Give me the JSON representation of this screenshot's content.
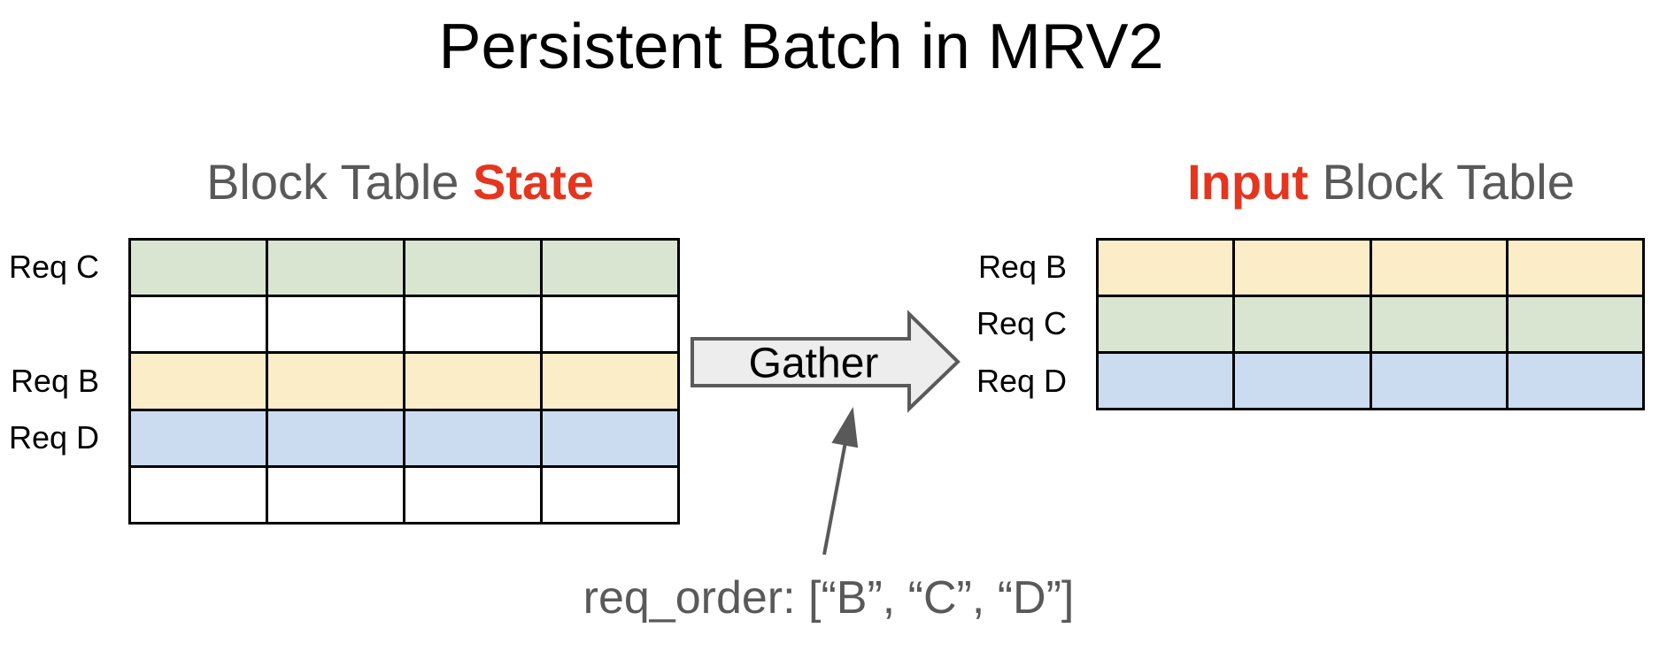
{
  "title": "Persistent Batch in MRV2",
  "left_table": {
    "heading": {
      "prefix": "Block Table ",
      "highlight": "State"
    },
    "columns": 4,
    "rows": [
      {
        "label": "Req C",
        "color": "green"
      },
      {
        "label": "",
        "color": "white"
      },
      {
        "label": "Req B",
        "color": "yellow"
      },
      {
        "label": "Req D",
        "color": "blue"
      },
      {
        "label": "",
        "color": "white"
      }
    ]
  },
  "right_table": {
    "heading": {
      "highlight": "Input",
      "suffix": " Block Table"
    },
    "columns": 4,
    "rows": [
      {
        "label": "Req B",
        "color": "yellow"
      },
      {
        "label": "Req C",
        "color": "green"
      },
      {
        "label": "Req D",
        "color": "blue"
      }
    ]
  },
  "gather_arrow": {
    "label": "Gather"
  },
  "annotation": {
    "text": "req_order: [“B”, “C”, “D”]"
  },
  "colors": {
    "green": "#d9e5d1",
    "yellow": "#fcedc9",
    "blue": "#cbdcf1",
    "white": "#ffffff",
    "red": "#e5351f",
    "gray_text": "#595959",
    "cell_border": "#000000",
    "arrow_fill": "#ededed",
    "arrow_stroke": "#5a5a5a",
    "thin_arrow": "#595959"
  }
}
